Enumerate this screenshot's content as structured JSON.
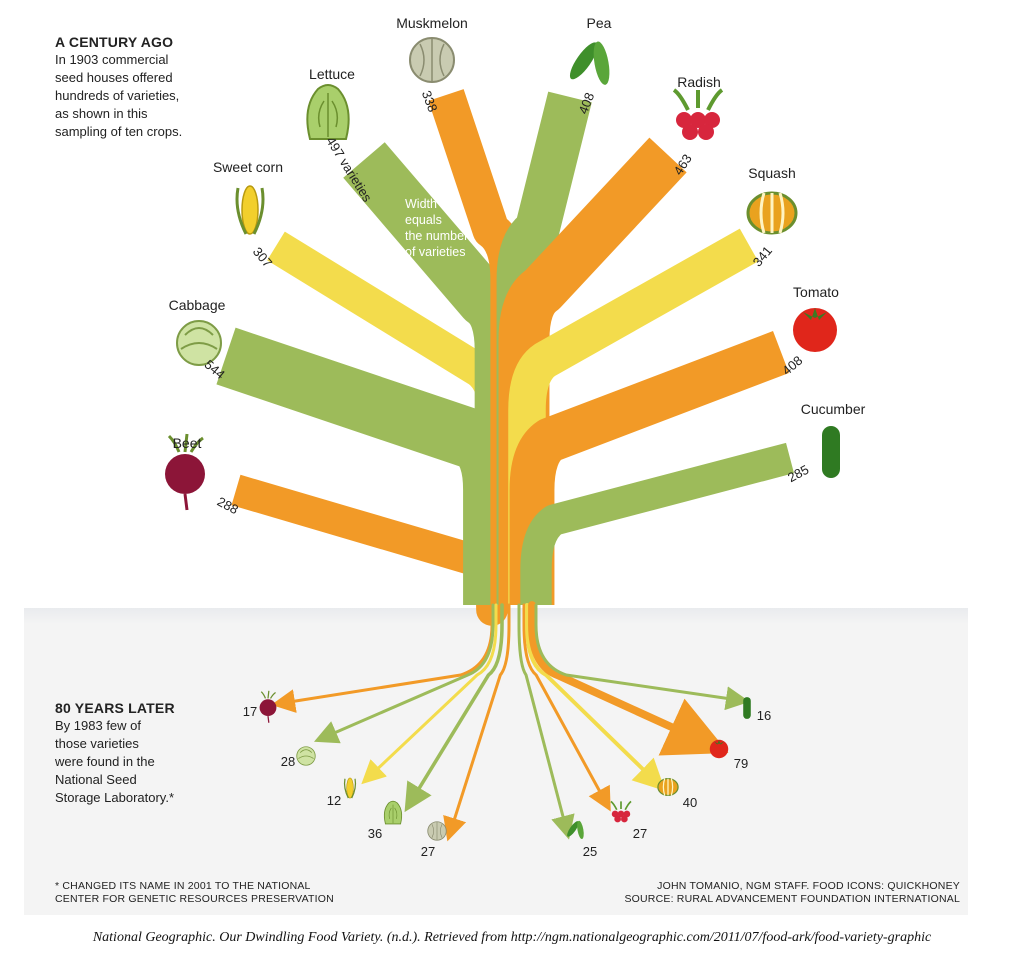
{
  "header": {
    "title": "A CENTURY AGO",
    "text": "In 1903 commercial\nseed houses offered\nhundreds of varieties,\nas shown in this\nsampling of ten crops."
  },
  "later": {
    "title": "80 YEARS LATER",
    "text": "By 1983 few of\nthose varieties\nwere found in the\nNational Seed\nStorage Laboratory.*"
  },
  "width_note": "Width\nequals\nthe number\nof varieties",
  "footer": {
    "footnote": "* CHANGED ITS NAME IN 2001 TO THE NATIONAL\nCENTER FOR GENETIC RESOURCES PRESERVATION",
    "credits": "JOHN TOMANIO, NGM STAFF. FOOD ICONS: QUICKHONEY\nSOURCE: RURAL ADVANCEMENT FOUNDATION INTERNATIONAL"
  },
  "caption": "National Geographic. Our Dwindling Food Variety. (n.d.). Retrieved from http://ngm.nationalgeographic.com/2011/07/food-ark/food-variety-graphic",
  "colors": {
    "green": "#9dbb5a",
    "orange": "#f29a27",
    "yellow": "#f3dc4c"
  },
  "chart_data": {
    "type": "bar",
    "categories": [
      "Beet",
      "Cabbage",
      "Sweet corn",
      "Lettuce",
      "Muskmelon",
      "Pea",
      "Radish",
      "Squash",
      "Tomato",
      "Cucumber"
    ],
    "series": [
      {
        "name": "1903",
        "values": [
          288,
          544,
          307,
          497,
          338,
          408,
          463,
          341,
          408,
          285
        ]
      },
      {
        "name": "1983",
        "values": [
          17,
          28,
          12,
          36,
          27,
          25,
          27,
          40,
          79,
          16
        ]
      }
    ],
    "value_labels_1903": [
      "288",
      "544",
      "307",
      "497 varieties",
      "338",
      "408",
      "463",
      "341",
      "408",
      "285"
    ],
    "colors": [
      "orange",
      "green",
      "yellow",
      "green",
      "orange",
      "green",
      "orange",
      "yellow",
      "orange",
      "green"
    ],
    "icons": [
      "beet-icon",
      "cabbage-icon",
      "corn-icon",
      "lettuce-icon",
      "melon-icon",
      "pea-icon",
      "radish-icon",
      "squash-icon",
      "tomato-icon",
      "cucumber-icon"
    ]
  }
}
